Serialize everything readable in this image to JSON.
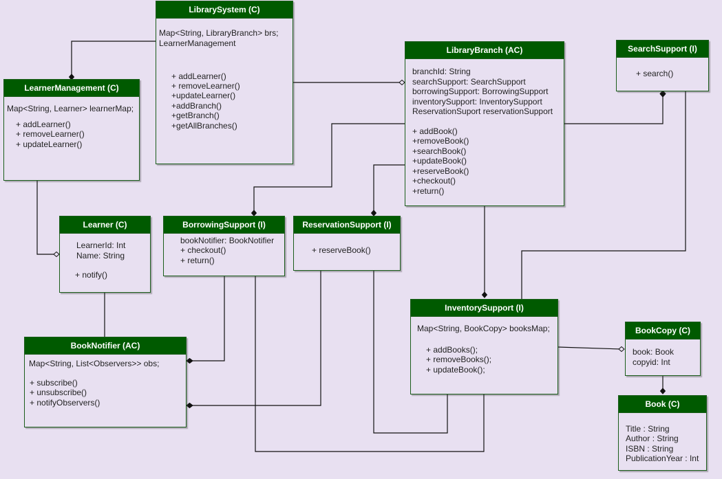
{
  "classes": {
    "library_system": {
      "title": "LibrarySystem (C)",
      "lines": [
        "Map<String, LibraryBranch> brs;",
        "LearnerManagement",
        "+ addLearner()",
        "+ removeLearner()",
        "+updateLearner()",
        "+addBranch()",
        "+getBranch()",
        "+getAllBranches()"
      ]
    },
    "learner_management": {
      "title": "LearnerManagement (C)",
      "lines": [
        "Map<String, Learner> learnerMap;",
        "+ addLearner()",
        "+ removeLearner()",
        "+ updateLearner()"
      ]
    },
    "library_branch": {
      "title": "LibraryBranch (AC)",
      "lines": [
        "branchId: String",
        "searchSupport: SearchSupport",
        "borrowingSupport: BorrowingSupport",
        "inventorySupport: InventorySupport",
        "ReservationSuport reservationSupport",
        "+ addBook()",
        "+removeBook()",
        "+searchBook()",
        "+updateBook()",
        "+reserveBook()",
        "+checkout()",
        "+return()"
      ]
    },
    "search_support": {
      "title": "SearchSupport (I)",
      "lines": [
        "+ search()"
      ]
    },
    "learner": {
      "title": "Learner (C)",
      "lines": [
        "LearnerId: Int",
        "Name: String",
        "+ notify()"
      ]
    },
    "borrowing_support": {
      "title": "BorrowingSupport (I)",
      "lines": [
        "bookNotifier: BookNotifier",
        "+ checkout()",
        "+ return()"
      ]
    },
    "reservation_support": {
      "title": "ReservationSupport (I)",
      "lines": [
        "+ reserveBook()"
      ]
    },
    "book_notifier": {
      "title": "BookNotifier (AC)",
      "lines": [
        "Map<String, List<Observers>> obs;",
        "+ subscribe()",
        "+ unsubscribe()",
        "+ notifyObservers()"
      ]
    },
    "inventory_support": {
      "title": "InventorySupport (I)",
      "lines": [
        "Map<String, BookCopy> booksMap;",
        "+ addBooks();",
        "+ removeBooks();",
        "+ updateBook();"
      ]
    },
    "book_copy": {
      "title": "BookCopy (C)",
      "lines": [
        "book: Book",
        "copyid: Int"
      ]
    },
    "book": {
      "title": "Book (C)",
      "lines": [
        "Title : String",
        "Author : String",
        "ISBN : String",
        "PublicationYear : Int"
      ]
    }
  }
}
